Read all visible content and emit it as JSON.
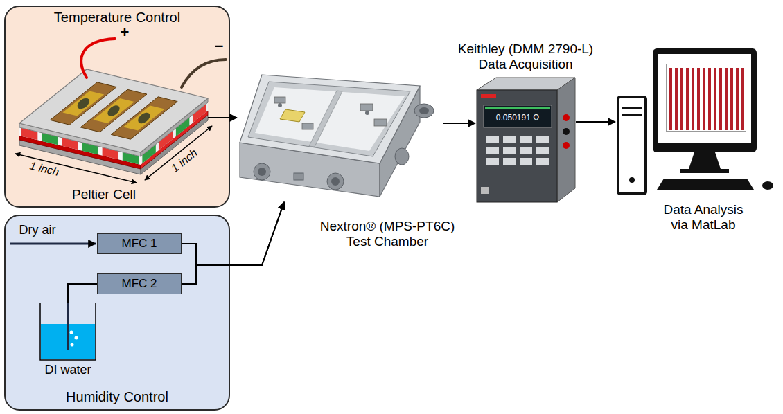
{
  "diagram": {
    "nodes": [
      {
        "text": [
          "Temperature Control"
        ]
      },
      {
        "text": [
          "Peltier Cell"
        ],
        "in": 0
      },
      {
        "text": [
          "Humidity Control"
        ]
      },
      {
        "text": [
          "MFC 1"
        ],
        "in": 2
      },
      {
        "text": [
          "MFC 2"
        ],
        "in": 2
      },
      {
        "text": [
          "DI water"
        ],
        "in": 2
      },
      {
        "text": [
          "Nextron® (MPS-PT6C) Test Chamber"
        ]
      },
      {
        "text": [
          "Keithley (DMM 2790-L) Data Acquisition"
        ]
      },
      {
        "text": [
          "Data Analysis via MatLab"
        ]
      }
    ],
    "edges": [
      {
        "from": 1,
        "to": 6,
        "arrow": "to"
      },
      {
        "from": 3,
        "to": 6,
        "arrow": "to"
      },
      {
        "from": 4,
        "to": 6,
        "arrow": "to"
      },
      {
        "from": 4,
        "to": 5,
        "arrow": "none"
      },
      {
        "from": 6,
        "to": 7,
        "arrow": "to"
      },
      {
        "from": 7,
        "to": 8,
        "arrow": "to"
      }
    ],
    "labels": [
      "+",
      "–",
      "1 inch",
      "1 inch",
      "Dry air",
      "0.050191 Ω"
    ]
  }
}
